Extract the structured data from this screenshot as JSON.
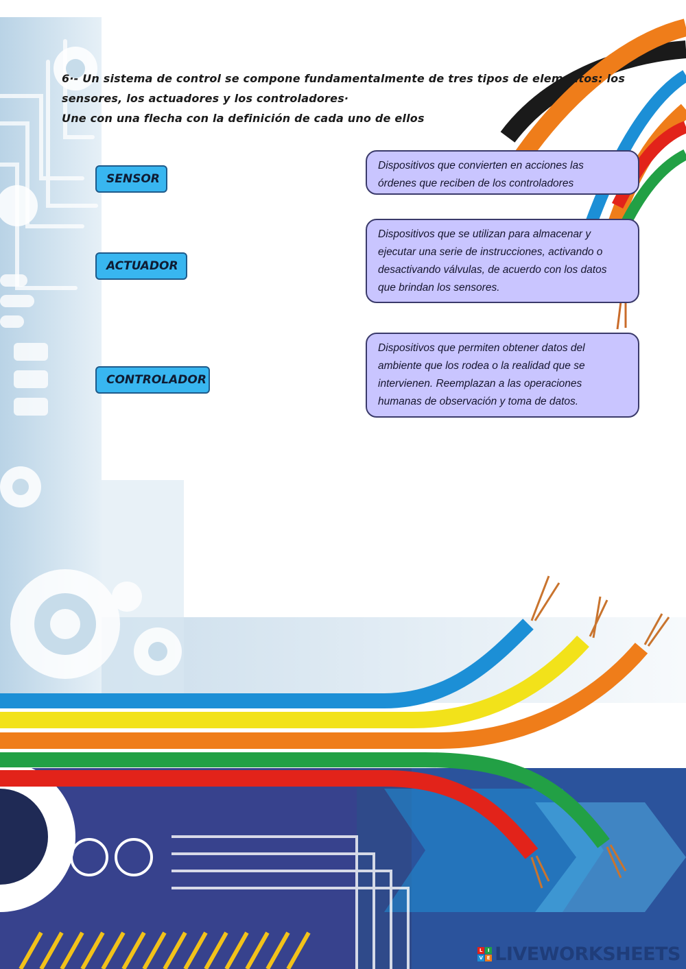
{
  "instructions": {
    "line1": "6·- Un sistema de control se compone fundamentalmente de tres tipos de elementos: los",
    "line2": "sensores, los actuadores y los controladores·",
    "line3": "Une con una flecha con la definición de cada uno de ellos"
  },
  "terms": [
    {
      "label": "SENSOR"
    },
    {
      "label": "ACTUADOR"
    },
    {
      "label": "CONTROLADOR"
    }
  ],
  "definitions": [
    {
      "line1": "Dispositivos que  convierten en acciones las",
      "line2": "órdenes que reciben de los controladores"
    },
    {
      "line1": "Dispositivos que se utilizan para almacenar y",
      "line2": "ejecutar una serie de instrucciones, activando o",
      "line3": "desactivando válvulas, de acuerdo con los datos",
      "line4": "que brindan los sensores."
    },
    {
      "line1": "Dispositivos que permiten obtener datos del",
      "line2": "ambiente que los rodea o la realidad que se",
      "line3": "intervienen. Reemplazan a las operaciones",
      "line4": "humanas de observación y toma de datos."
    }
  ],
  "branding": {
    "logo_letters": [
      "L",
      "I",
      "V",
      "E"
    ],
    "text": "LIVEWORKSHEETS"
  },
  "colors": {
    "term_fill": "#38b6f0",
    "definition_fill": "#c9c5ff",
    "wire_blue": "#1c8fd6",
    "wire_yellow": "#f2e21a",
    "wire_orange": "#ef7d1a",
    "wire_green": "#22a045",
    "wire_red": "#e2231a",
    "wire_black": "#1a1a1a"
  }
}
